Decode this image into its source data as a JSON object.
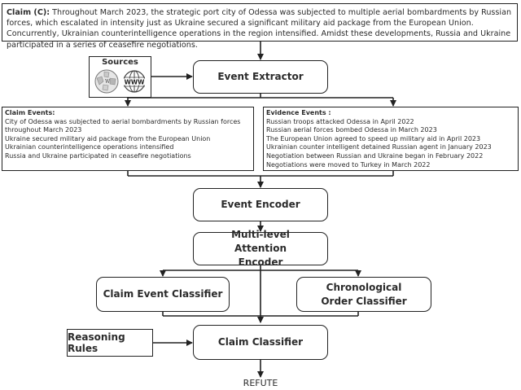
{
  "claim": {
    "label": "Claim (C):",
    "text": "Throughout March 2023, the strategic port city of Odessa was subjected to multiple aerial bombardments by Russian forces, which escalated in intensity just as Ukraine secured a significant military aid package from the European Union. Concurrently, Ukrainian counterintelligence operations in the region intensified. Amidst these developments, Russia and Ukraine participated in a series of ceasefire negotiations."
  },
  "sources": {
    "title": "Sources",
    "www_label": "WWW"
  },
  "modules": {
    "event_extractor": "Event Extractor",
    "event_encoder": "Event Encoder",
    "attention_encoder": "Multi-level Attention Encoder",
    "claim_event_classifier": "Claim Event Classifier",
    "chronological_classifier": "Chronological Order Classifier",
    "claim_classifier": "Claim Classifier",
    "reasoning_rules": "Reasoning Rules"
  },
  "claim_events": {
    "title": "Claim Events:",
    "items": [
      "City of Odessa was subjected to aerial bombardments by Russian forces throughout March 2023",
      "Ukraine secured military aid package from the European Union",
      "Ukrainian counterintelligence operations intensified",
      "Russia and Ukraine participated in ceasefire negotiations"
    ]
  },
  "evidence_events": {
    "title": "Evidence Events :",
    "items": [
      "Russian troops attacked Odessa in April 2022",
      "Russian aerial forces bombed Odessa in March 2023",
      "The European Union agreed to speed up military aid in April 2023",
      "Ukrainian counter intelligent detained Russian agent in January 2023",
      "Negotiation between Russian and Ukraine began in February 2022",
      "Negotiations were moved to Turkey in March 2022"
    ]
  },
  "output": "REFUTE"
}
